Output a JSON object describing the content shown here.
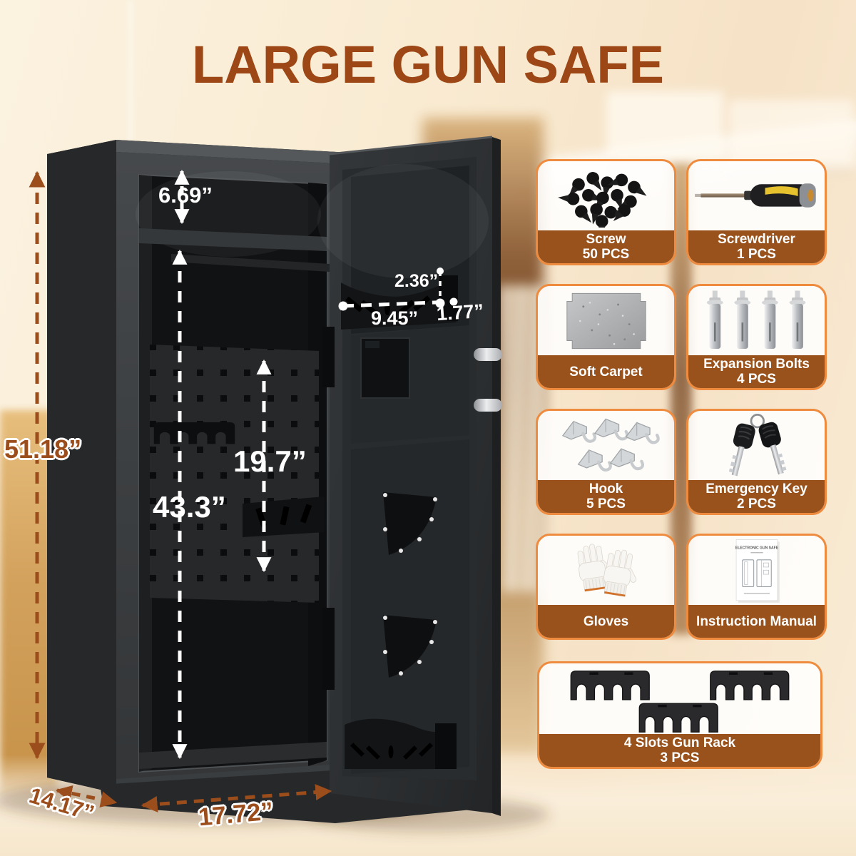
{
  "page": {
    "title": "LARGE GUN SAFE"
  },
  "colors": {
    "title_brown": "#9C4715",
    "dimension_brown": "#9C4D1C",
    "dimension_white": "#FFFFFF",
    "card_border_orange": "#EE8B3E",
    "card_band_brown": "#99521B",
    "safe_body_dark": "#2B2D2F"
  },
  "dimensions": {
    "overall_height": "51.18”",
    "top_shelf_clearance": "6.69”",
    "interior_height": "43.3”",
    "interior_depth": "19.7”",
    "door_organizer_height": "2.36”",
    "door_organizer_width": "9.45”",
    "door_organizer_depth": "1.77”",
    "base_depth": "14.17”",
    "base_width": "17.72”"
  },
  "accessories": [
    {
      "name": "Screw",
      "qty": "50 PCS",
      "icon": "screws-icon"
    },
    {
      "name": "Screwdriver",
      "qty": "1 PCS",
      "icon": "screwdriver-icon"
    },
    {
      "name": "Soft Carpet",
      "qty": "",
      "icon": "soft-carpet-icon"
    },
    {
      "name": "Expansion Bolts",
      "qty": "4 PCS",
      "icon": "expansion-bolts-icon"
    },
    {
      "name": "Hook",
      "qty": "5 PCS",
      "icon": "hooks-icon"
    },
    {
      "name": "Emergency Key",
      "qty": "2 PCS",
      "icon": "emergency-keys-icon"
    },
    {
      "name": "Gloves",
      "qty": "",
      "icon": "gloves-icon"
    },
    {
      "name": "Instruction Manual",
      "qty": "",
      "icon": "instruction-manual-icon"
    },
    {
      "name": "4 Slots Gun Rack",
      "qty": "3 PCS",
      "icon": "gun-rack-icon"
    }
  ],
  "manual_cover_title": "ELECTRONIC GUN SAFE"
}
